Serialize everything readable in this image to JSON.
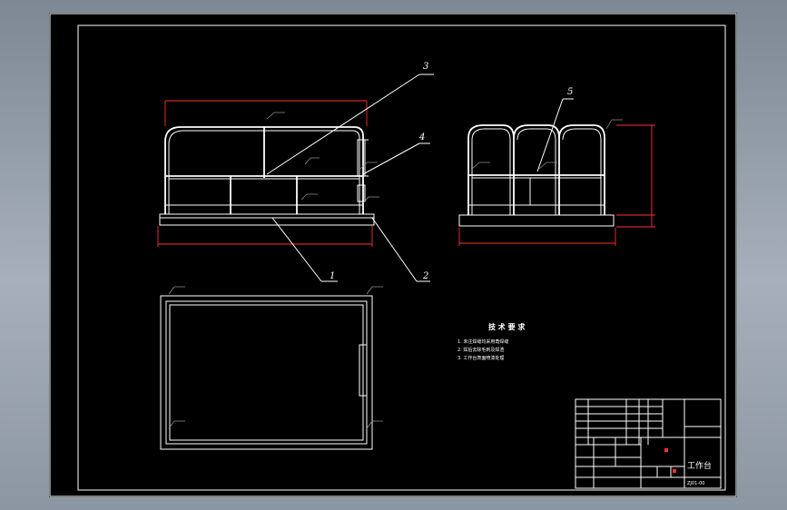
{
  "balloons": [
    "3",
    "4",
    "5",
    "1",
    "2"
  ],
  "technical_requirements": {
    "title": "技 术 要 求",
    "items": [
      "1. 未注焊缝均采用角焊缝",
      "2. 焊后去除毛刺及焊渣",
      "3. 工作台表面喷漆处理"
    ]
  },
  "title_block": {
    "drawing_name": "工作台",
    "drawing_number": "ZJ01-00"
  },
  "colors": {
    "sheet": "#000000",
    "outline": "#ffffff",
    "dimension": "#ff3030",
    "background": "#9aa4ae"
  }
}
